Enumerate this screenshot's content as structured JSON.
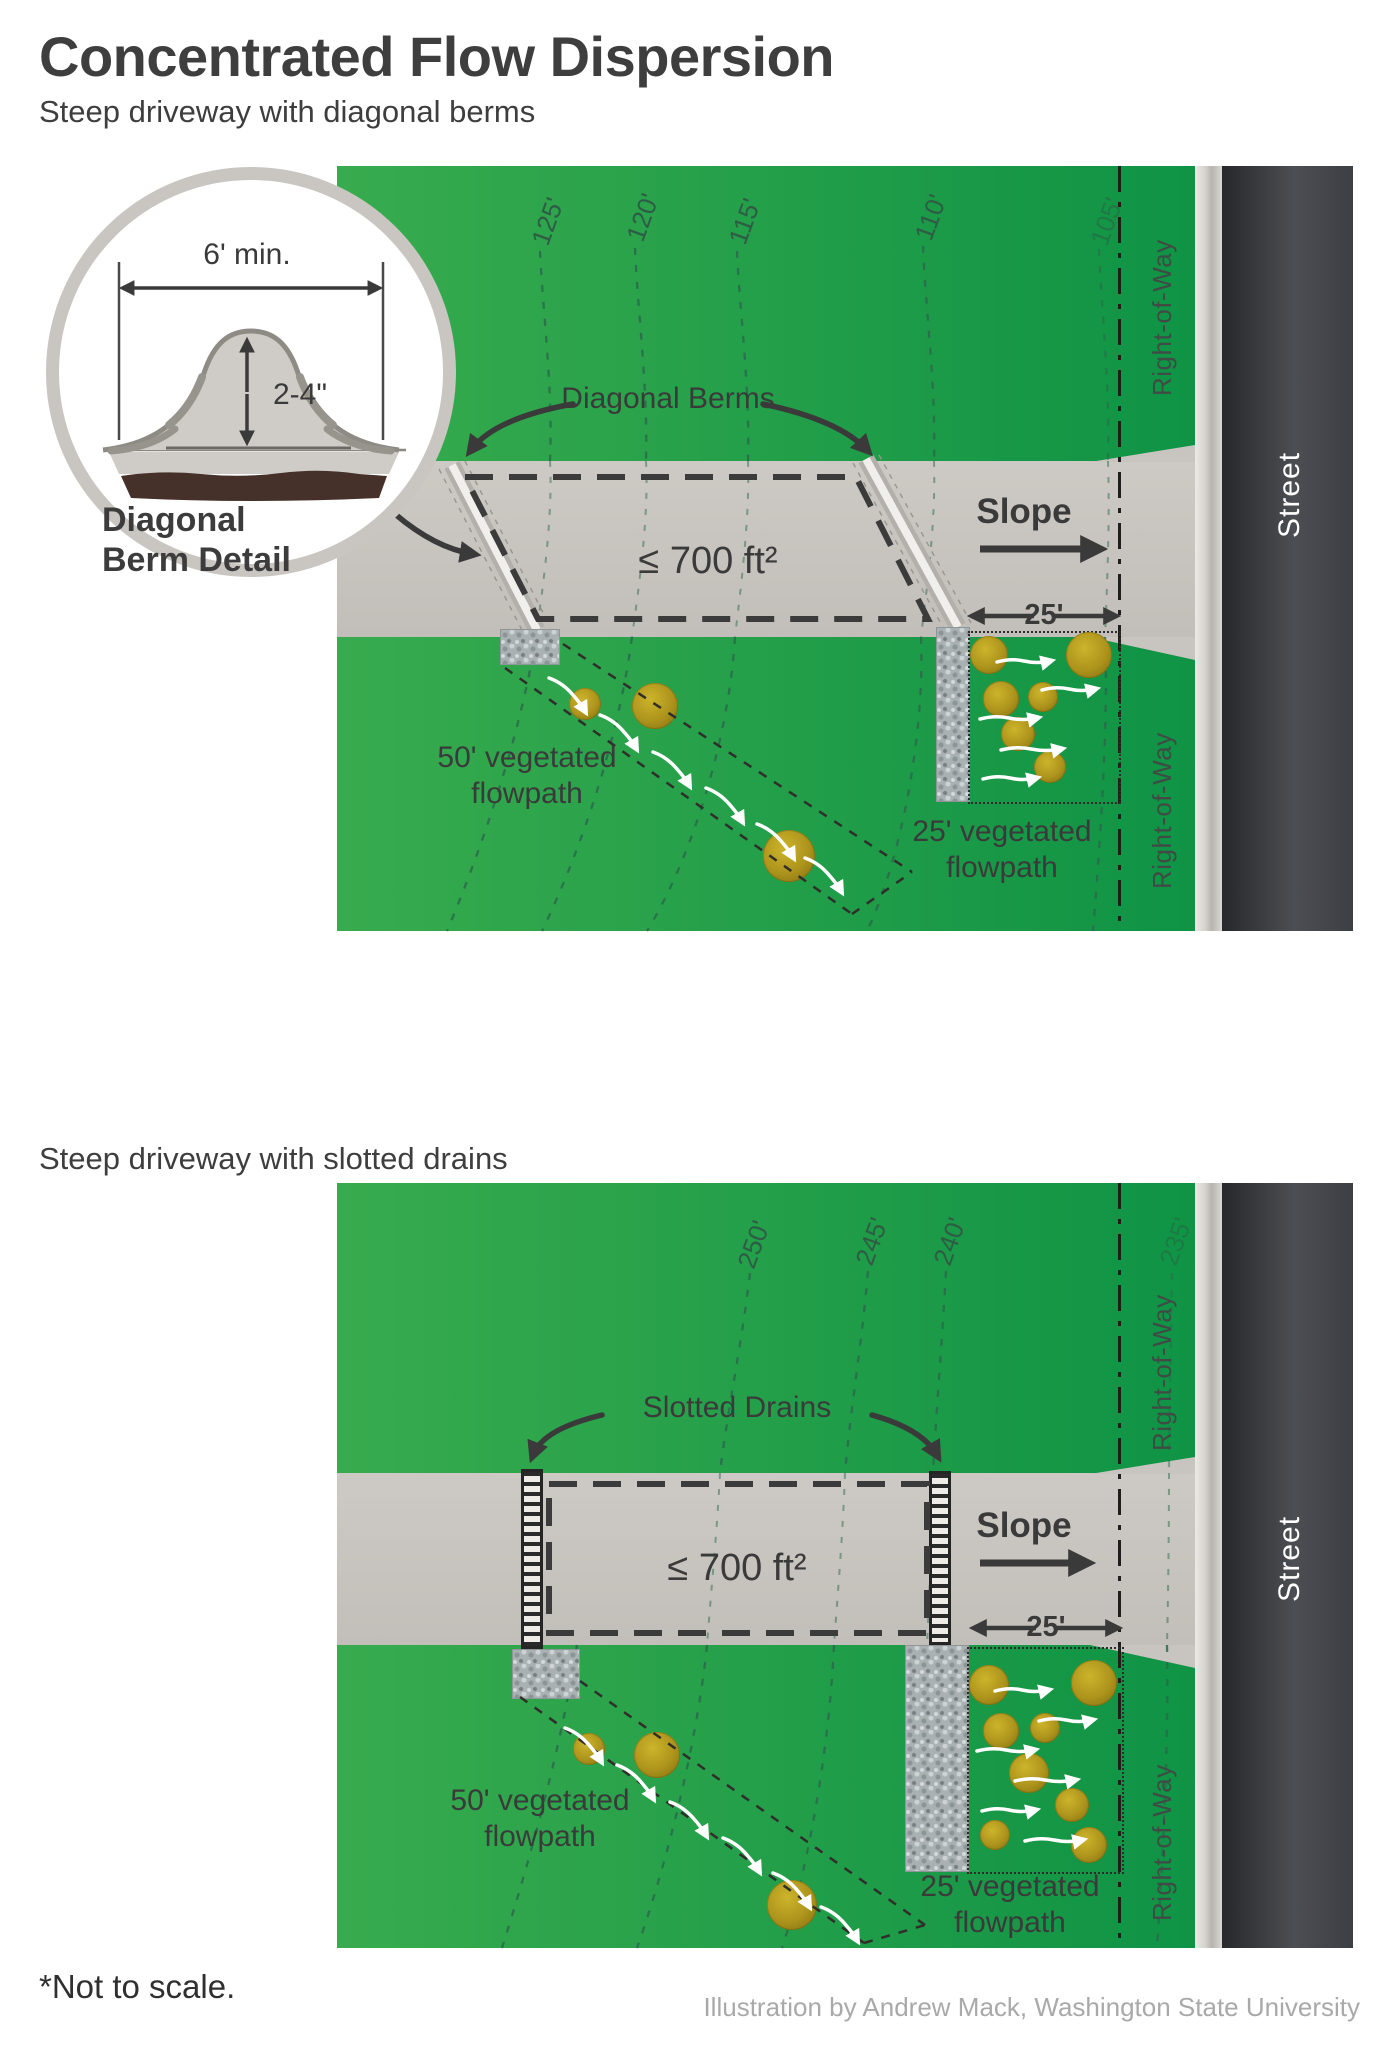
{
  "header": {
    "title": "Concentrated Flow Dispersion"
  },
  "detail_inset": {
    "width_dim": "6' min.",
    "height_dim": "2-4\"",
    "caption_line1": "Diagonal",
    "caption_line2": "Berm Detail"
  },
  "diagram1": {
    "subtitle": "Steep driveway with diagonal berms",
    "contours": [
      "125'",
      "120'",
      "115'",
      "110'",
      "105'"
    ],
    "feature_callout": "Diagonal Berms",
    "area_label": "≤ 700 ft²",
    "slope_label": "Slope",
    "setback_dim": "25'",
    "flowpath50_line1": "50' vegetated",
    "flowpath50_line2": "flowpath",
    "flowpath25_line1": "25' vegetated",
    "flowpath25_line2": "flowpath",
    "right_of_way": "Right-of-Way",
    "street": "Street"
  },
  "diagram2": {
    "subtitle": "Steep driveway with slotted drains",
    "contours": [
      "250'",
      "245'",
      "240'",
      "235'"
    ],
    "feature_callout": "Slotted Drains",
    "area_label": "≤ 700 ft²",
    "slope_label": "Slope",
    "setback_dim": "25'",
    "flowpath50_line1": "50' vegetated",
    "flowpath50_line2": "flowpath",
    "flowpath25_line1": "25' vegetated",
    "flowpath25_line2": "flowpath",
    "right_of_way": "Right-of-Way",
    "street": "Street"
  },
  "footer": {
    "note": "*Not to scale.",
    "credit": "Illustration by Andrew Mack, Washington State University"
  },
  "colors": {
    "grass_light": "#36a94d",
    "grass_dark": "#0f9345",
    "driveway": "#c9c5c0",
    "street": "#35383c",
    "bush": "#ac931c",
    "contour_line": "#2a6a4b",
    "text": "#3a3a3a"
  }
}
